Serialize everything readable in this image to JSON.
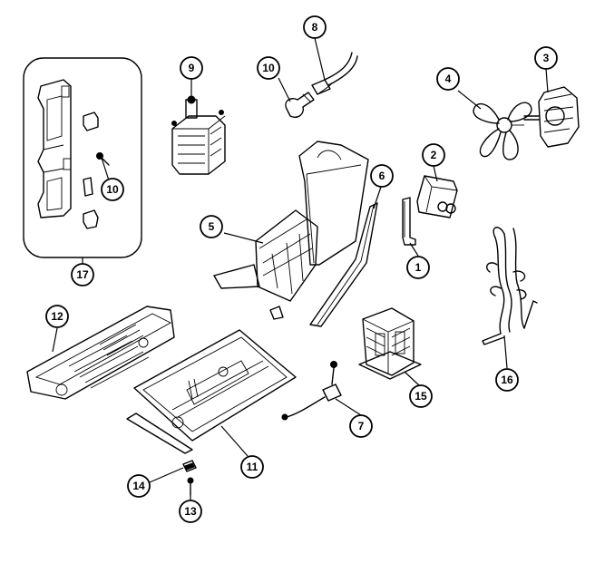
{
  "callouts": {
    "c1": "1",
    "c2": "2",
    "c3": "3",
    "c4": "4",
    "c5": "5",
    "c6": "6",
    "c7": "7",
    "c8": "8",
    "c9": "9",
    "c10a": "10",
    "c10b": "10",
    "c11": "11",
    "c12": "12",
    "c13": "13",
    "c14": "14",
    "c15": "15",
    "c16": "16",
    "c17": "17"
  }
}
